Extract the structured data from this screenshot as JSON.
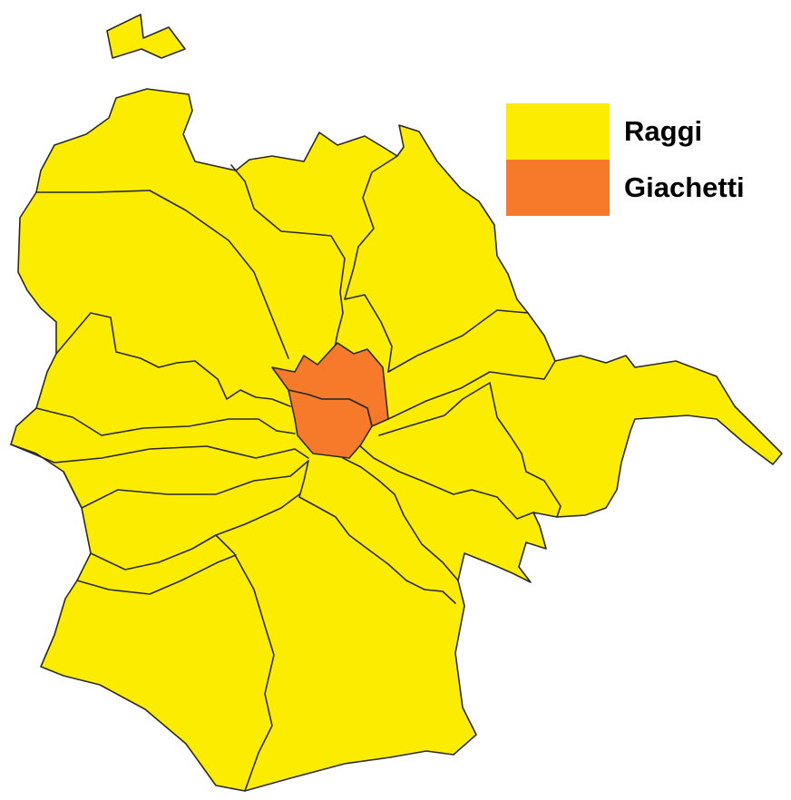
{
  "legend": {
    "items": [
      {
        "label": "Raggi",
        "color": "#fbec00"
      },
      {
        "label": "Giachetti",
        "color": "#f7792a"
      }
    ]
  },
  "map": {
    "default_color": "#fbec00",
    "highlight_color": "#f7792a",
    "highlighted_districts": [
      "centro-nord",
      "centro-sud"
    ]
  }
}
